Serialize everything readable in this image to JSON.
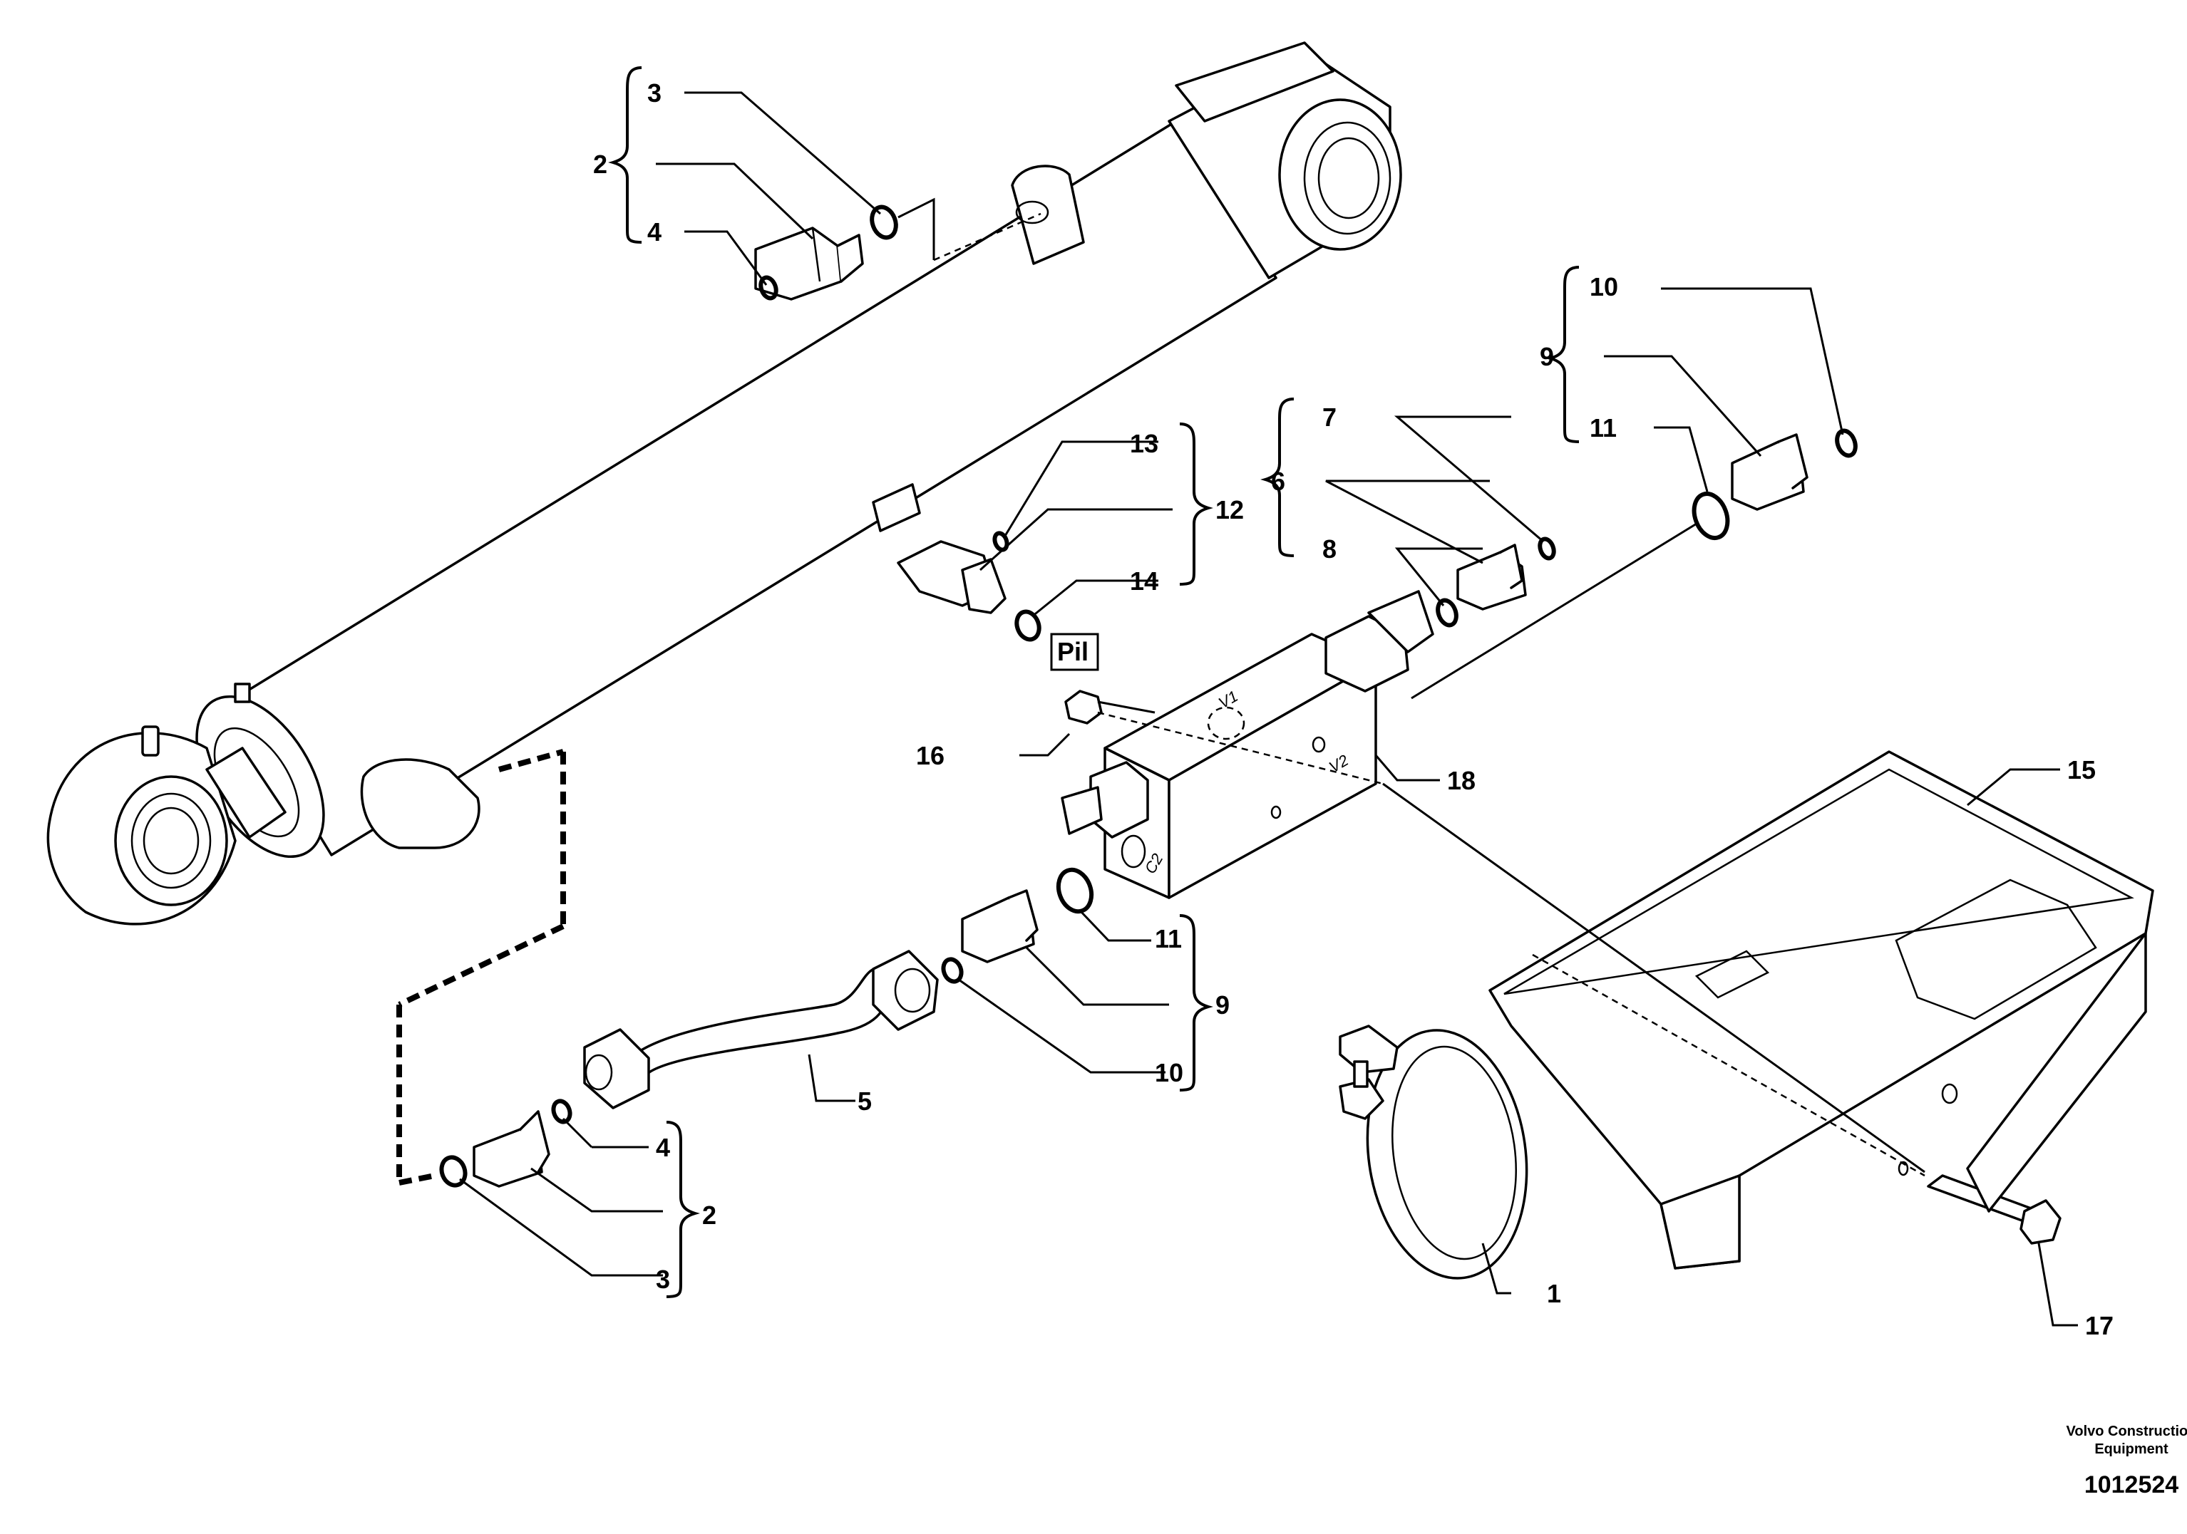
{
  "callouts": {
    "c1": "1",
    "c2_top": "2",
    "c2_bottom": "2",
    "c3_top": "3",
    "c3_bottom": "3",
    "c4_top": "4",
    "c4_bottom": "4",
    "c5": "5",
    "c6": "6",
    "c7": "7",
    "c8": "8",
    "c9_top": "9",
    "c9_bottom": "9",
    "c10_top": "10",
    "c10_bottom": "10",
    "c11_top": "11",
    "c11_bottom": "11",
    "c12": "12",
    "c13": "13",
    "c14": "14",
    "c15": "15",
    "c16": "16",
    "c17": "17",
    "c18": "18"
  },
  "port_markings": {
    "pil": "Pil",
    "v1": "V1",
    "v2": "V2",
    "c2": "C2"
  },
  "footer": {
    "company_line1": "Volvo Construction",
    "company_line2": "Equipment",
    "drawing_number": "1012524"
  }
}
